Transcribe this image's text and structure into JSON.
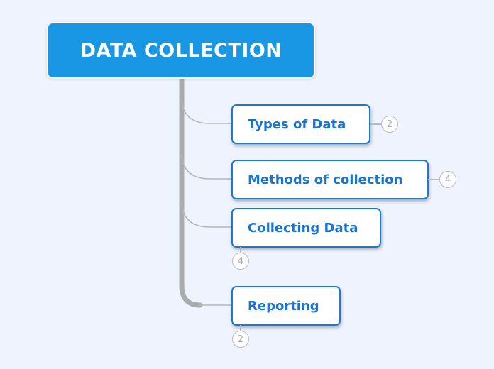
{
  "root": {
    "title": "DATA COLLECTION"
  },
  "topics": [
    {
      "label": "Types of Data",
      "collapsed_count": "2"
    },
    {
      "label": "Methods of collection",
      "collapsed_count": "4"
    },
    {
      "label": "Collecting Data",
      "collapsed_count": "4"
    },
    {
      "label": "Reporting",
      "collapsed_count": "2"
    }
  ],
  "colors": {
    "background": "#eef3fd",
    "root_fill": "#1996e4",
    "topic_border": "#1a78d8",
    "topic_text": "#1a73cf",
    "trunk": "#a9abad",
    "badge_border": "#b9bcc6"
  }
}
